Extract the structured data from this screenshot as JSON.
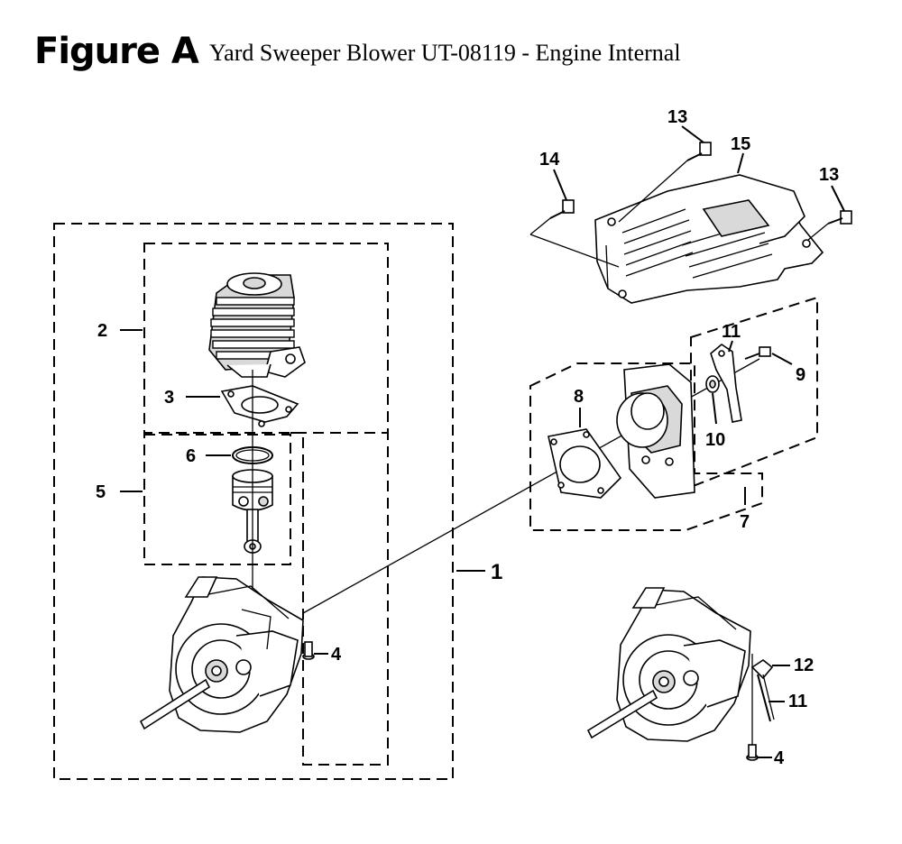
{
  "figure": {
    "label": "Figure A",
    "caption": "Yard Sweeper Blower UT-08119 - Engine Internal"
  },
  "callouts": {
    "c1": "1",
    "c2": "2",
    "c3": "3",
    "c4a": "4",
    "c4b": "4",
    "c5": "5",
    "c6": "6",
    "c7": "7",
    "c8": "8",
    "c9": "9",
    "c10": "10",
    "c11a": "11",
    "c11b": "11",
    "c12": "12",
    "c13a": "13",
    "c13b": "13",
    "c14": "14",
    "c15": "15"
  }
}
